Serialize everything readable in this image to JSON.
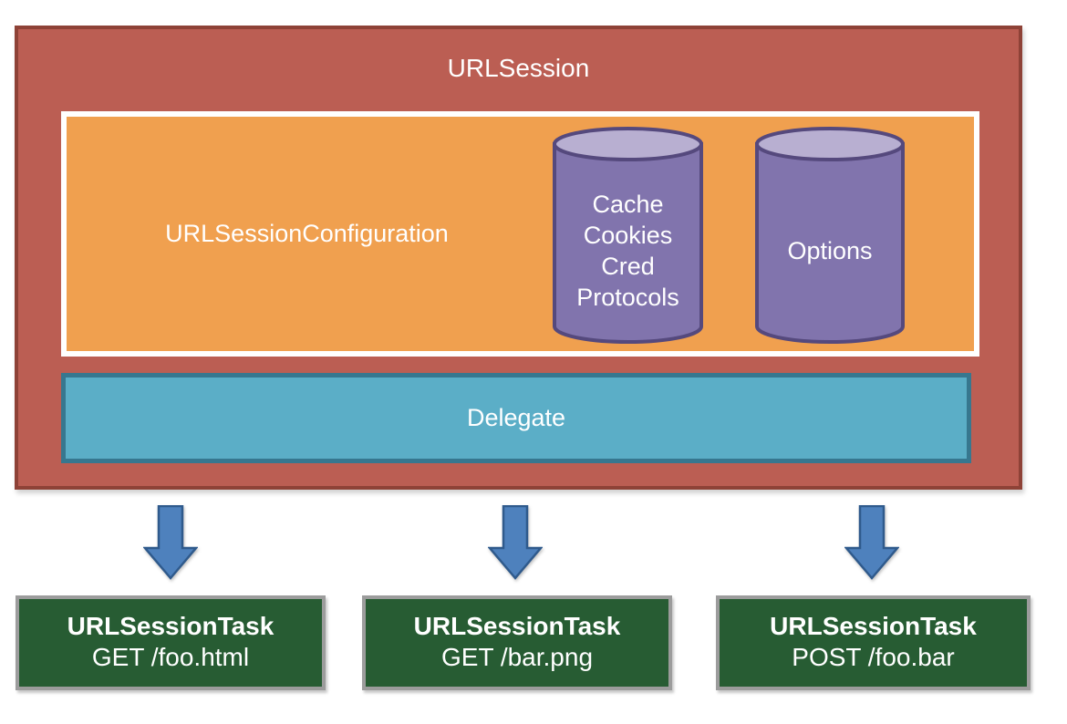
{
  "session": {
    "title": "URLSession",
    "configuration": {
      "label": "URLSessionConfiguration",
      "store_cylinder": {
        "lines": [
          "Cache",
          "Cookies",
          "Cred",
          "Protocols"
        ]
      },
      "options_cylinder": {
        "lines": [
          "Options"
        ]
      }
    },
    "delegate_label": "Delegate"
  },
  "tasks": [
    {
      "name": "URLSessionTask",
      "request": "GET /foo.html"
    },
    {
      "name": "URLSessionTask",
      "request": "GET /bar.png"
    },
    {
      "name": "URLSessionTask",
      "request": "POST /foo.bar"
    }
  ],
  "colors": {
    "session_fill": "#BB5E53",
    "session_border": "#8E4237",
    "config_fill": "#F0A04F",
    "config_border": "#FFFFFF",
    "cylinder_fill": "#8174AD",
    "cylinder_top_fill": "#B8AFD1",
    "cylinder_border": "#55497D",
    "delegate_fill": "#5BAEC7",
    "delegate_border": "#37778F",
    "arrow_fill": "#4E81BD",
    "arrow_border": "#2F5A8C",
    "task_fill": "#275C33",
    "task_border": "#9C9C9C",
    "text_on_dark": "#FFFFFF"
  }
}
